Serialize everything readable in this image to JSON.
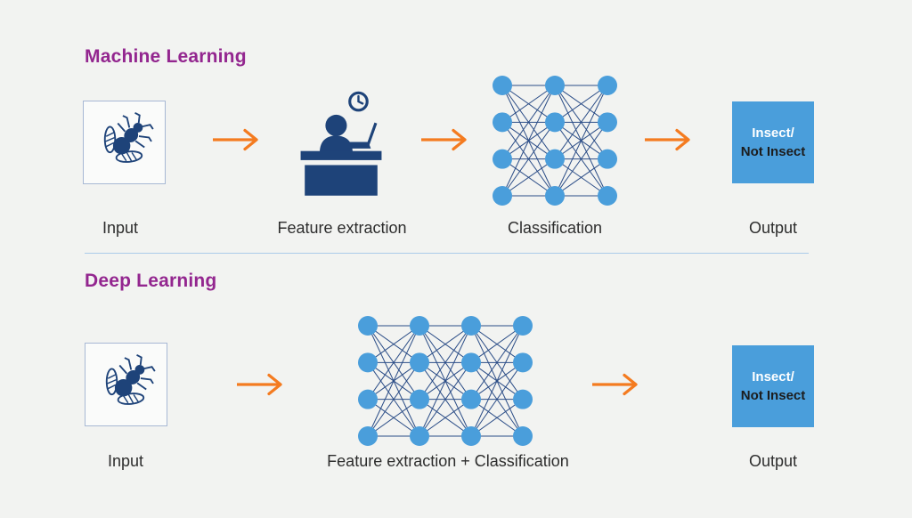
{
  "colors": {
    "background": "#f2f3f1",
    "heading_purple": "#93268f",
    "icon_navy": "#1e4379",
    "node_blue": "#4a9edb",
    "connection_line": "#2b4d87",
    "arrow_orange": "#f47b20",
    "label_text": "#2d2d2d",
    "divider_blue": "#abcbe9",
    "input_box_border": "#a7b8d4",
    "output_text_line1": "#ffffff",
    "output_text_line2": "#1c1c1c"
  },
  "machine_learning": {
    "title": "Machine Learning",
    "input_label": "Input",
    "feature_extraction_label": "Feature extraction",
    "classification_label": "Classification",
    "output_label": "Output",
    "output_box": {
      "line1": "Insect/",
      "line2": "Not Insect"
    },
    "network": {
      "cols": 3,
      "rows": 4
    }
  },
  "deep_learning": {
    "title": "Deep Learning",
    "input_label": "Input",
    "combined_label": "Feature extraction + Classification",
    "output_label": "Output",
    "output_box": {
      "line1": "Insect/",
      "line2": "Not Insect"
    },
    "network": {
      "cols": 4,
      "rows": 4
    }
  },
  "icons": {
    "input": "bee-icon",
    "feature_extraction": "analyst-at-desk-icon",
    "flow": "arrow-right-icon",
    "network": "neural-network-icon"
  }
}
